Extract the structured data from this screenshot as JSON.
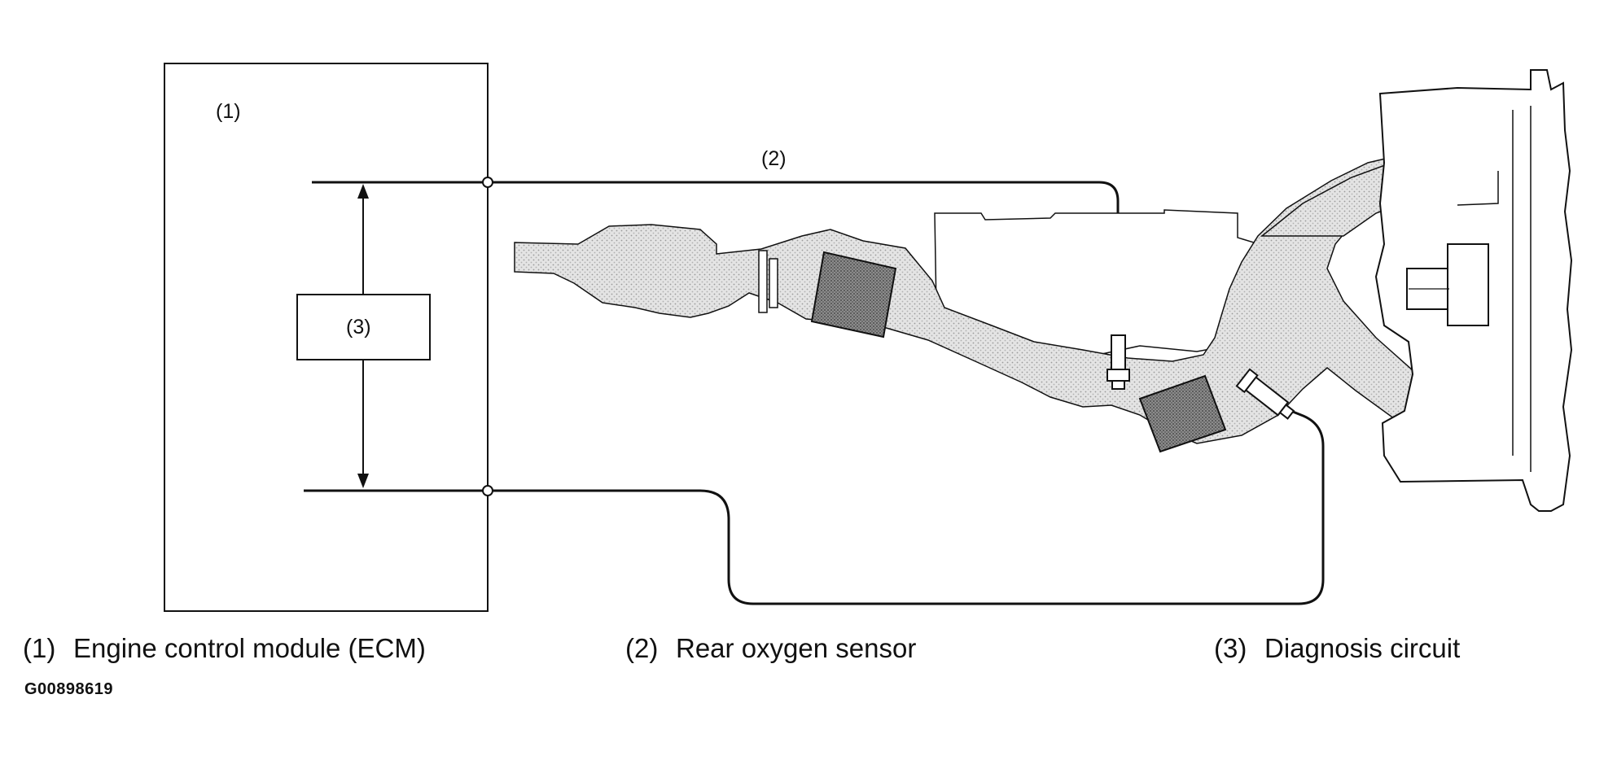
{
  "diagram": {
    "ecm_box_label": "(1)",
    "wire_label": "(2)",
    "circuit_box_label": "(3)"
  },
  "legend": [
    {
      "number": "(1)",
      "text": "Engine control module (ECM)"
    },
    {
      "number": "(2)",
      "text": "Rear oxygen sensor"
    },
    {
      "number": "(3)",
      "text": "Diagnosis circuit"
    }
  ],
  "figure_code": "G00898619",
  "colors": {
    "line": "#111111",
    "exhaust_fill": "#dcdcdc",
    "catalyst_fill": "#7a7a7a",
    "background": "#ffffff"
  }
}
